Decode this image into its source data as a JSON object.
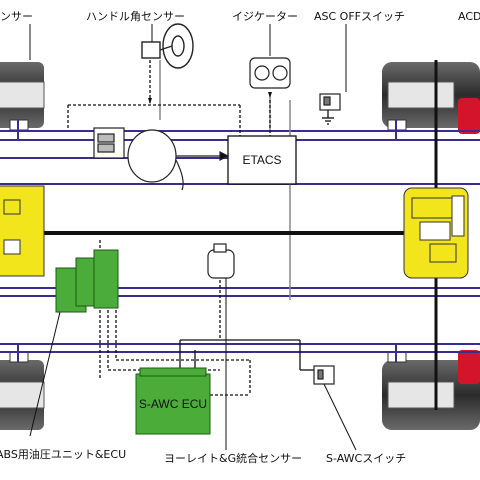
{
  "labels": {
    "sensor_left_cut": "ンサー",
    "steering_angle_sensor": "ハンドル角センサー",
    "indicator": "イジケーター",
    "asc_off_switch": "ASC OFFスイッチ",
    "acd_cut": "ACD",
    "etacs": "ETACS",
    "sawc_ecu": "S-AWC ECU",
    "abs_unit": "ABS用油圧ユニット&ECU",
    "yaw_g_sensor": "ヨーレイト&G統合センサー",
    "sawc_switch": "S-AWCスイッチ"
  },
  "colors": {
    "purple_line": "#3a2d8f",
    "yellow_unit": "#f2e51c",
    "green_unit": "#4bac3a",
    "red_caliper": "#d4142a",
    "axle": "#111111"
  }
}
